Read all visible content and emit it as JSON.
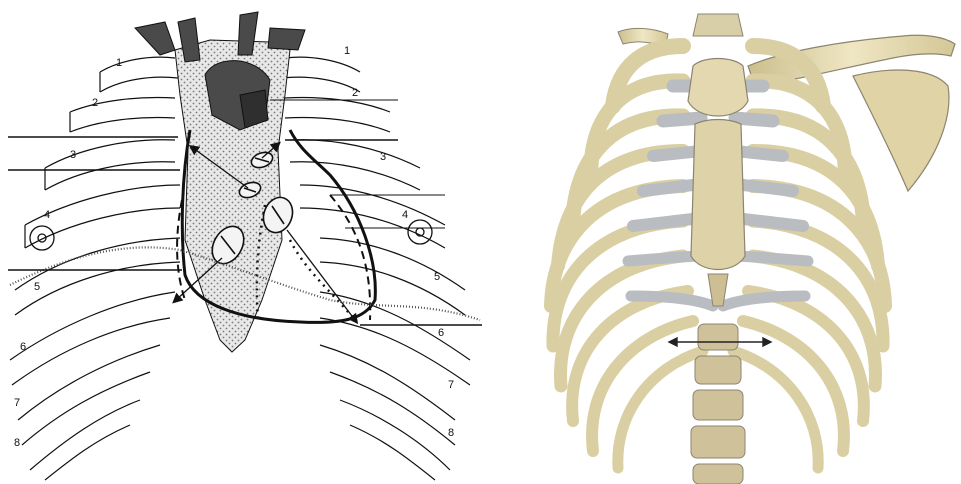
{
  "left_figure": {
    "rib_labels_left": [
      "1",
      "2",
      "3",
      "4",
      "5",
      "6",
      "7",
      "8"
    ],
    "rib_labels_right": [
      "1",
      "2",
      "3",
      "4",
      "5",
      "6",
      "7",
      "8"
    ]
  },
  "right_figure": {},
  "colors": {
    "line": "#111111",
    "hatch_fill": "#dcdcdc",
    "vessel_fill": "#4a4a4a",
    "bone_yellow": "#e6dcb0",
    "cartilage_grey": "#b9bcc0",
    "sternum": "#d9cfab",
    "bone_shadow": "#8c8470"
  }
}
